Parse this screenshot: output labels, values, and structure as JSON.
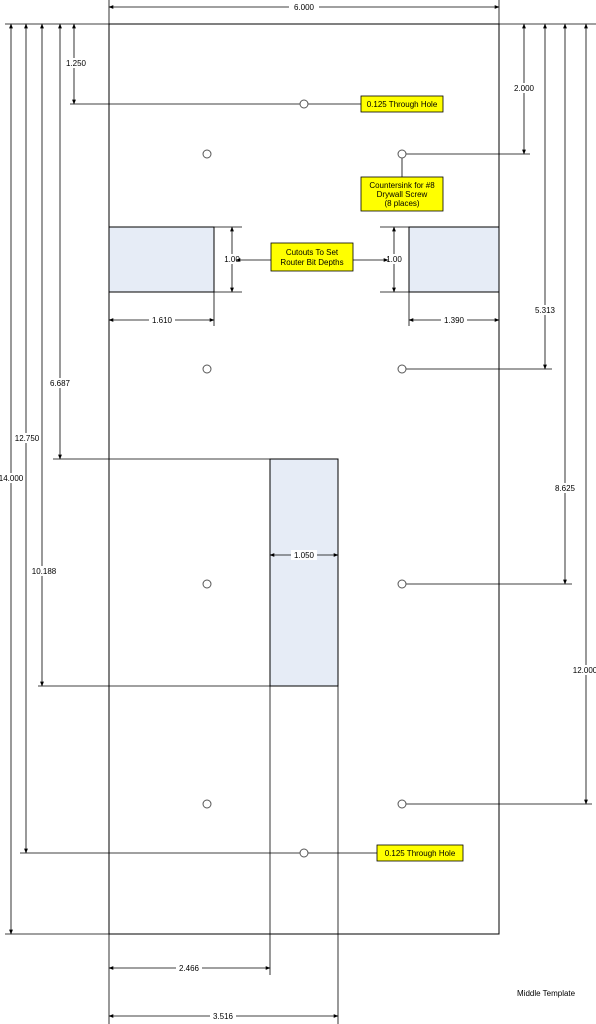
{
  "dimensions": {
    "width_total": "6.000",
    "top_hole_offset": "1.250",
    "screw_row1_offset": "2.000",
    "cutout_height_left": "1.00",
    "cutout_height_right": "1.00",
    "cutout_left_width": "1.610",
    "cutout_right_width": "1.390",
    "screw_row2_offset": "5.313",
    "center_cutout_top": "6.687",
    "bottom_hole_offset": "12.750",
    "overall_height": "14.000",
    "center_cutout_width": "1.050",
    "screw_row3_offset": "8.625",
    "center_cutout_bottom": "10.188",
    "screw_row4_offset": "12.000",
    "center_cutout_left": "2.466",
    "center_cutout_right": "3.516"
  },
  "notes": {
    "through_hole_top": "0.125 Through Hole",
    "countersink_line1": "Countersink for #8",
    "countersink_line2": "Drywall Screw",
    "countersink_line3": "(8 places)",
    "cutouts_line1": "Cutouts To Set",
    "cutouts_line2": "Router Bit Depths",
    "through_hole_bottom": "0.125 Through Hole"
  },
  "caption": "Middle Template",
  "colors": {
    "note_fill": "#ffff00",
    "cutout_fill": "#e6ecf6"
  }
}
